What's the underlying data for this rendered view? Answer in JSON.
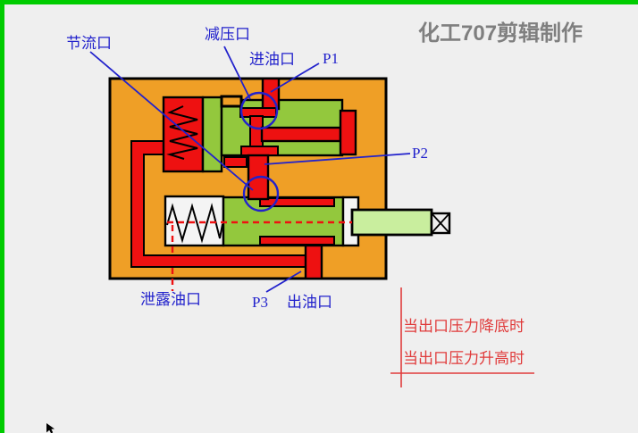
{
  "title": "化工707剪辑制作",
  "diagram": {
    "labels": {
      "throttle": "节流口",
      "reducer": "减压口",
      "inlet": "进油口",
      "p1": "P1",
      "p2": "P2",
      "p3": "P3",
      "leak": "泄露油口",
      "outlet": "出油口"
    },
    "notes": {
      "note1": "当出口压力降底时",
      "note2": "当出口压力升高时"
    },
    "colors": {
      "frame_green": "#00cc00",
      "valve_body_orange": "#ef9f26",
      "fluid_red": "#ee1111",
      "spool_green": "#93c83d",
      "rod_light_green": "#c9ee9e",
      "label_blue": "#2222cc",
      "note_red": "#e03b3b",
      "title_gray": "#7f7f7f"
    }
  }
}
